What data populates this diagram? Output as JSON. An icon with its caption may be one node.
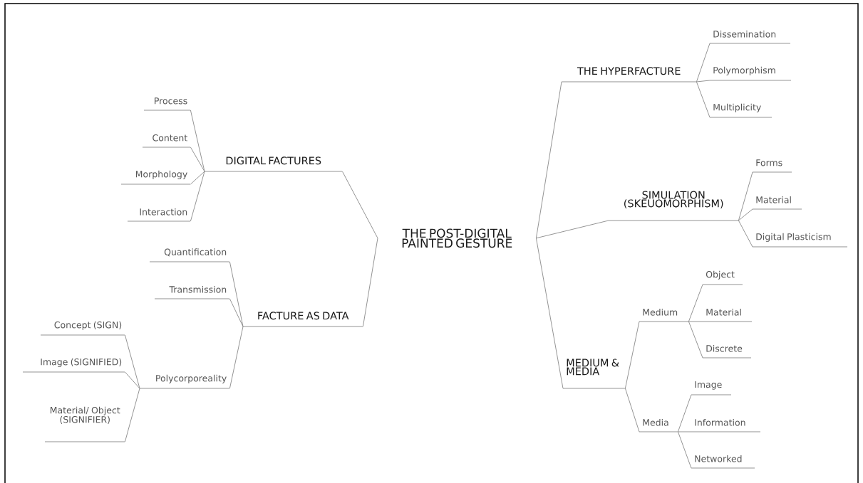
{
  "diagram": {
    "nodes": [
      {
        "text": [
          "THE POST-DIGITAL PAINTED GESTURE"
        ]
      },
      {
        "text": [
          "DIGITAL FACTURES"
        ]
      },
      {
        "text": [
          "Process"
        ]
      },
      {
        "text": [
          "Content"
        ]
      },
      {
        "text": [
          "Morphology"
        ]
      },
      {
        "text": [
          "Interaction"
        ]
      },
      {
        "text": [
          "FACTURE AS DATA"
        ]
      },
      {
        "text": [
          "Quantification"
        ]
      },
      {
        "text": [
          "Transmission"
        ]
      },
      {
        "text": [
          "Polycorporeality"
        ]
      },
      {
        "text": [
          "Concept (SIGN)"
        ]
      },
      {
        "text": [
          "Image (SIGNIFIED)"
        ]
      },
      {
        "text": [
          "Material/ Object (SIGNIFIER)"
        ]
      },
      {
        "text": [
          "THE HYPERFACTURE"
        ]
      },
      {
        "text": [
          "Dissemination"
        ]
      },
      {
        "text": [
          "Polymorphism"
        ]
      },
      {
        "text": [
          "Multiplicity"
        ]
      },
      {
        "text": [
          "SIMULATION (SKEUOMORPHISM)"
        ]
      },
      {
        "text": [
          "Forms"
        ]
      },
      {
        "text": [
          "Material"
        ]
      },
      {
        "text": [
          "Digital Plasticism"
        ]
      },
      {
        "text": [
          "MEDIUM & MEDIA"
        ]
      },
      {
        "text": [
          "Medium"
        ]
      },
      {
        "text": [
          "Object"
        ]
      },
      {
        "text": [
          "Material"
        ]
      },
      {
        "text": [
          "Discrete"
        ]
      },
      {
        "text": [
          "Media"
        ]
      },
      {
        "text": [
          "Image"
        ]
      },
      {
        "text": [
          "Information"
        ]
      },
      {
        "text": [
          "Networked"
        ]
      }
    ],
    "edges": [
      {
        "from": 0,
        "to": 1,
        "arrow": "none"
      },
      {
        "from": 1,
        "to": 2,
        "arrow": "none"
      },
      {
        "from": 1,
        "to": 3,
        "arrow": "none"
      },
      {
        "from": 1,
        "to": 4,
        "arrow": "none"
      },
      {
        "from": 1,
        "to": 5,
        "arrow": "none"
      },
      {
        "from": 0,
        "to": 6,
        "arrow": "none"
      },
      {
        "from": 6,
        "to": 7,
        "arrow": "none"
      },
      {
        "from": 6,
        "to": 8,
        "arrow": "none"
      },
      {
        "from": 6,
        "to": 9,
        "arrow": "none"
      },
      {
        "from": 9,
        "to": 10,
        "arrow": "none"
      },
      {
        "from": 9,
        "to": 11,
        "arrow": "none"
      },
      {
        "from": 9,
        "to": 12,
        "arrow": "none"
      },
      {
        "from": 0,
        "to": 13,
        "arrow": "none"
      },
      {
        "from": 13,
        "to": 14,
        "arrow": "none"
      },
      {
        "from": 13,
        "to": 15,
        "arrow": "none"
      },
      {
        "from": 13,
        "to": 16,
        "arrow": "none"
      },
      {
        "from": 0,
        "to": 17,
        "arrow": "none"
      },
      {
        "from": 17,
        "to": 18,
        "arrow": "none"
      },
      {
        "from": 17,
        "to": 19,
        "arrow": "none"
      },
      {
        "from": 17,
        "to": 20,
        "arrow": "none"
      },
      {
        "from": 0,
        "to": 21,
        "arrow": "none"
      },
      {
        "from": 21,
        "to": 22,
        "arrow": "none"
      },
      {
        "from": 22,
        "to": 23,
        "arrow": "none"
      },
      {
        "from": 22,
        "to": 24,
        "arrow": "none"
      },
      {
        "from": 22,
        "to": 25,
        "arrow": "none"
      },
      {
        "from": 21,
        "to": 26,
        "arrow": "none"
      },
      {
        "from": 26,
        "to": 27,
        "arrow": "none"
      },
      {
        "from": 26,
        "to": 28,
        "arrow": "none"
      },
      {
        "from": 26,
        "to": 29,
        "arrow": "none"
      }
    ]
  }
}
